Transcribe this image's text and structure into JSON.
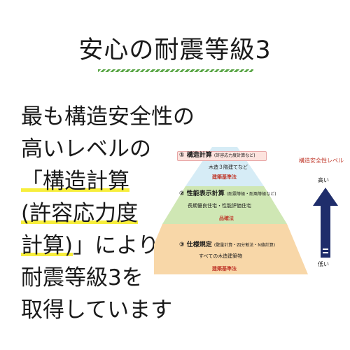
{
  "title": "安心の耐震等級3",
  "body_lines": [
    {
      "text": "最も構造安全性の",
      "highlight": false
    },
    {
      "text": "高いレベルの",
      "highlight": false
    },
    {
      "text": "「構造計算",
      "highlight": true
    },
    {
      "text": "(許容応力度",
      "highlight": true
    },
    {
      "text": "計算)」により",
      "highlight": "partial"
    },
    {
      "text": "耐震等級3を",
      "highlight": false
    },
    {
      "text": "取得しています",
      "highlight": false
    }
  ],
  "line5_hl": "計算)",
  "line5_rest": "」により",
  "pyramid": {
    "tier1": {
      "heading": "① 構造計算",
      "note": "(許容応力度計算など)",
      "desc": "木造３階建てなど",
      "law": "建築基準法"
    },
    "tier2": {
      "heading": "② 性能表示計算",
      "note": "(耐震等級・耐風等級など)",
      "desc": "長期優良住宅・性能評価住宅",
      "law": "品確法"
    },
    "tier3": {
      "heading": "③ 仕様規定",
      "note": "(壁量計算・四分割法・N値計算)",
      "desc": "すべての木造建築物",
      "law": "建築基準法"
    },
    "colors": {
      "tier1": "#d6ecf6",
      "tier2": "#cfe7b4",
      "tier3": "#f8d7a8"
    }
  },
  "axis": {
    "title": "構造安全性レベル",
    "high": "高い",
    "low": "低い",
    "arrow_color": "#1f2d6b"
  }
}
